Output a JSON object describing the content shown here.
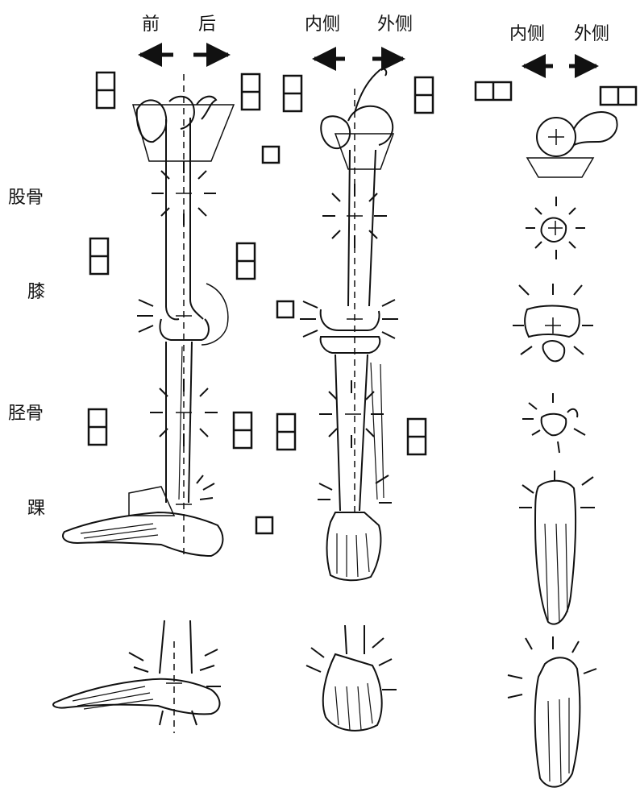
{
  "views": {
    "lateral": {
      "dir_left": "前",
      "dir_right": "后"
    },
    "ap": {
      "dir_left": "内侧",
      "dir_right": "外侧"
    },
    "axial": {
      "dir_left": "内侧",
      "dir_right": "外侧"
    }
  },
  "regions": {
    "femur": "股骨",
    "knee": "膝",
    "tibia": "胫骨",
    "ankle": "踝"
  },
  "colors": {
    "ink": "#111111",
    "paper": "#ffffff"
  },
  "icons": [
    "arrow-left-icon",
    "arrow-right-icon",
    "film-cassette-icon",
    "xray-beam-icon"
  ]
}
